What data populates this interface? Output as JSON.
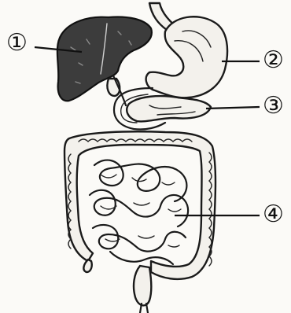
{
  "labels": {
    "label_1": "①",
    "label_2": "②",
    "label_3": "③",
    "label_4": "④"
  }
}
